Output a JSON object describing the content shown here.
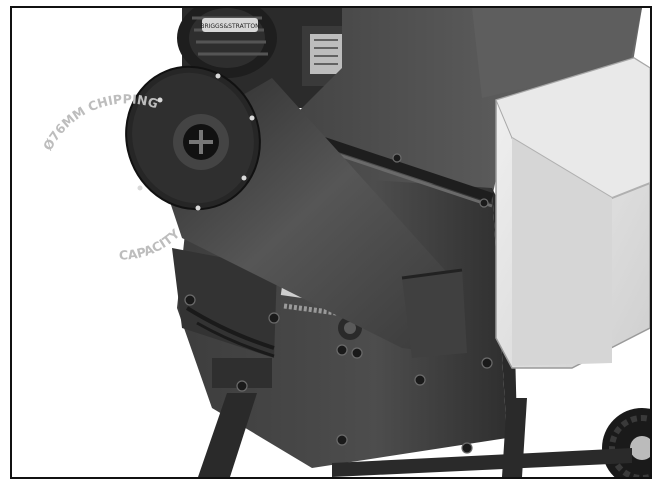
{
  "photo": {
    "subject": "",
    "chute_label": {
      "top": "Ø76MM CHIPPING",
      "bottom": "CAPACITY"
    },
    "engine_badge": "BRIGGS&STRATTON",
    "colors": {
      "background": "#ffffff",
      "metal_dark": "#3a3a3a",
      "metal_mid": "#555555",
      "metal_light": "#7a7a7a",
      "hopper_plastic": "#e6e6e6",
      "frame_border": "#111111"
    }
  }
}
